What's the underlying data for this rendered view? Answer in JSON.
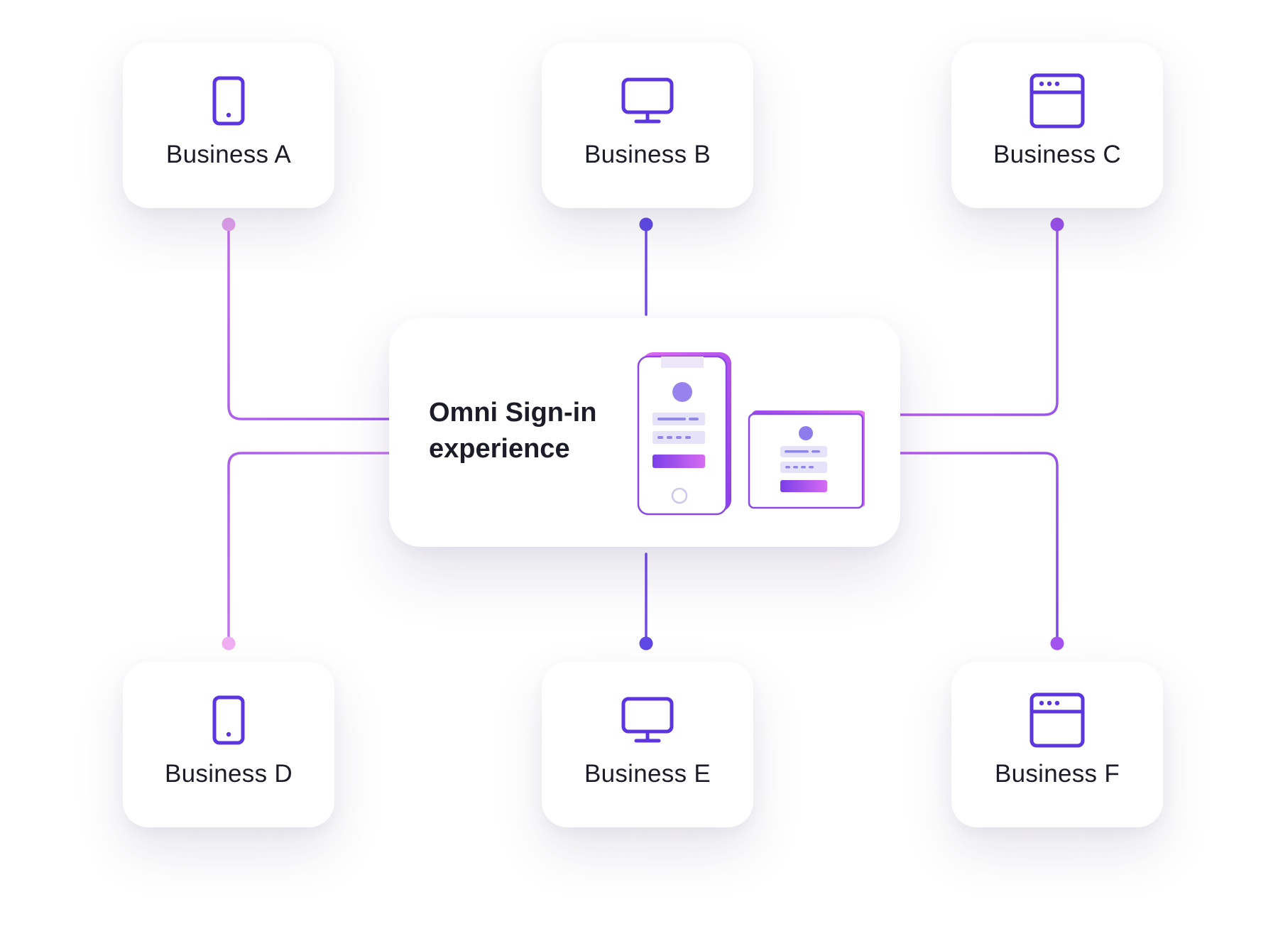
{
  "hub": {
    "title_line1": "Omni Sign-in",
    "title_line2": "experience"
  },
  "businesses": [
    {
      "label": "Business A",
      "icon": "tablet-icon"
    },
    {
      "label": "Business B",
      "icon": "monitor-icon"
    },
    {
      "label": "Business C",
      "icon": "browser-window-icon"
    },
    {
      "label": "Business D",
      "icon": "tablet-icon"
    },
    {
      "label": "Business E",
      "icon": "monitor-icon"
    },
    {
      "label": "Business F",
      "icon": "browser-window-icon"
    }
  ],
  "colors": {
    "icon": "#5b35e0",
    "line_purple": "#7b49e8",
    "line_pink": "#d46bf0",
    "dot_pink": "#e7a4f0",
    "dot_blue": "#6046e8",
    "text": "#1c1c28"
  }
}
